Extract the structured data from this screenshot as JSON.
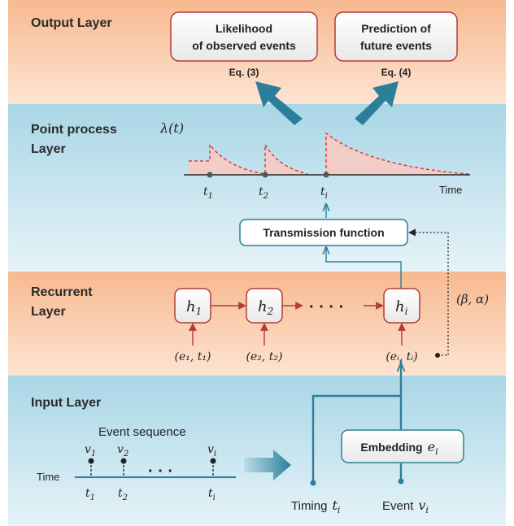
{
  "layers": {
    "output": "Output Layer",
    "point_process_line1": "Point process",
    "point_process_line2": "Layer",
    "recurrent_line1": "Recurrent",
    "recurrent_line2": "Layer",
    "input": "Input Layer"
  },
  "output_boxes": [
    {
      "line1": "Likelihood",
      "line2": "of observed events",
      "eq": "Eq. (3)"
    },
    {
      "line1": "Prediction of",
      "line2": "future events",
      "eq": "Eq. (4)"
    }
  ],
  "point_process": {
    "lambda_label": "λ(t)",
    "axis_label": "Time",
    "ticks": [
      {
        "base": "t",
        "sub": "1"
      },
      {
        "base": "t",
        "sub": "2"
      },
      {
        "base": "t",
        "sub": "i"
      }
    ]
  },
  "transmission_label": "Transmission function",
  "hidden_states": [
    {
      "base": "h",
      "sub": "1"
    },
    {
      "base": "h",
      "sub": "2"
    },
    {
      "base": "h",
      "sub": "i"
    }
  ],
  "ellipsis": "· · · ·",
  "rnn_inputs": [
    {
      "text": "(e₁, t₁)"
    },
    {
      "text": "(e₂, t₂)"
    },
    {
      "text": "(eᵢ, tᵢ)"
    }
  ],
  "params_label": "(β, α)",
  "event_sequence": {
    "title": "Event sequence",
    "axis_label": "Time",
    "events": [
      {
        "v": "v",
        "vsub": "1",
        "t": "t",
        "tsub": "1"
      },
      {
        "v": "v",
        "vsub": "2",
        "t": "t",
        "tsub": "2"
      },
      {
        "v": "v",
        "vsub": "i",
        "t": "t",
        "tsub": "i"
      }
    ],
    "ellipsis": "· · ·"
  },
  "embedding": {
    "label": "Embedding",
    "var": "e",
    "sub": "i"
  },
  "timing": {
    "label": "Timing",
    "var": "t",
    "sub": "i"
  },
  "event": {
    "label": "Event",
    "var": "v",
    "sub": "i"
  },
  "colors": {
    "output_band": "#f9c9a6",
    "point_band": "#bfe0ea",
    "recurrent_band": "#f9c9a6",
    "input_band": "#bfe0ea",
    "teal": "#2c7f9b",
    "red": "#b23b3b",
    "intensity_fill": "#f6c9c2",
    "intensity_line": "#e03a3a"
  }
}
